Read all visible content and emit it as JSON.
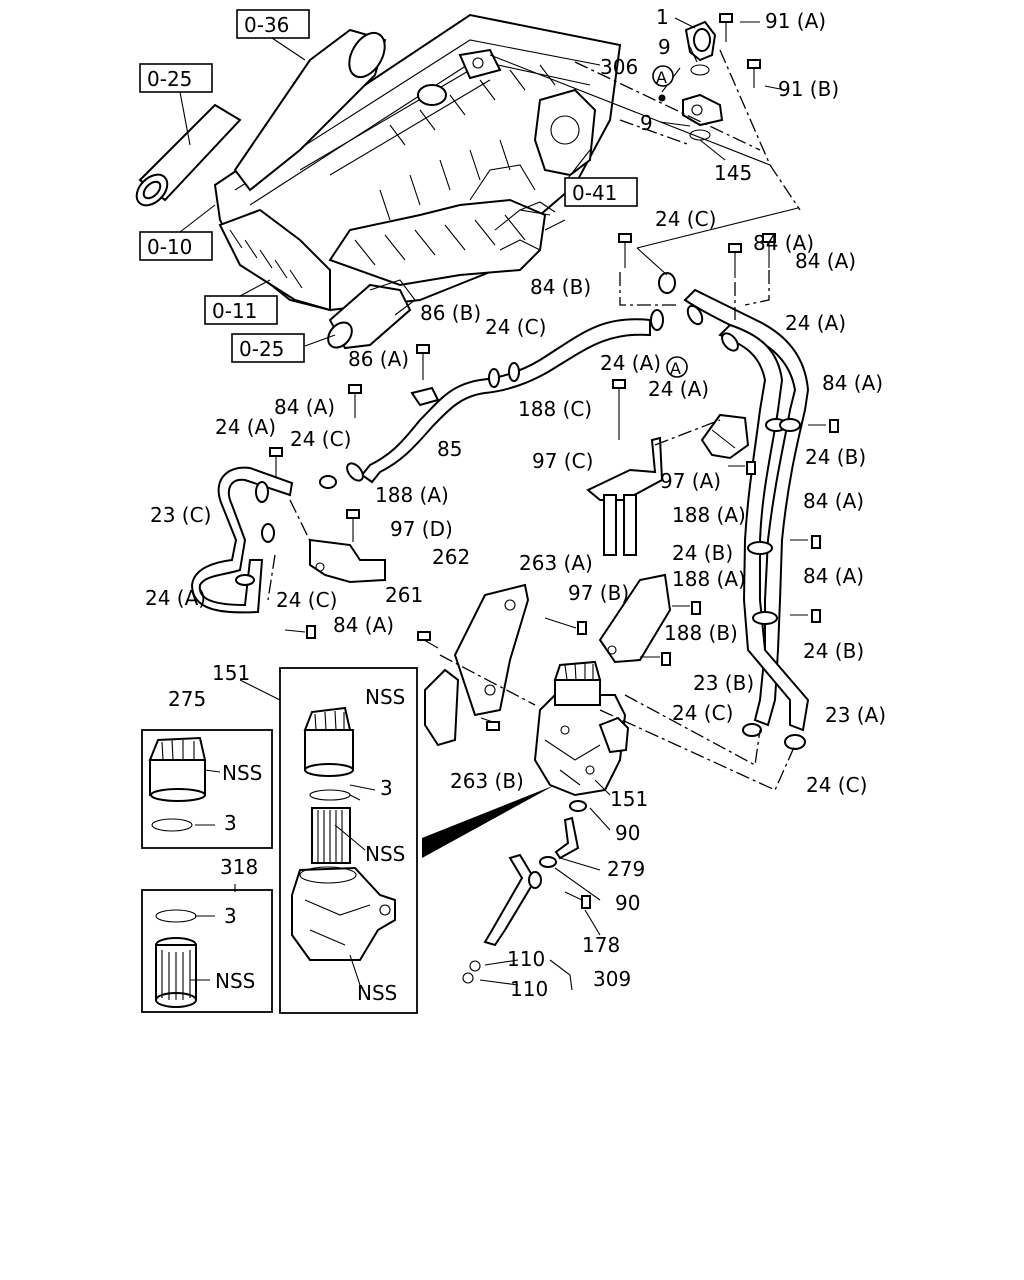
{
  "refs": {
    "r0_36": "0-36",
    "r0_25_top": "0-25",
    "r0_10": "0-10",
    "r0_11": "0-11",
    "r0_25_bot": "0-25",
    "r0_41": "0-41"
  },
  "circle_marks": {
    "a1": "A",
    "a2": "A"
  },
  "labels": {
    "l1": "1",
    "l91a": "91 (A)",
    "l9a": "9",
    "l306": "306",
    "l91b": "91 (B)",
    "l9b": "9",
    "l145": "145",
    "l24c_1": "24 (C)",
    "l84a_1": "84 (A)",
    "l84b_1": "84 (B)",
    "l84a_2": "84 (A)",
    "l24a_1": "24 (A)",
    "l86b": "86 (B)",
    "l24c_2": "24 (C)",
    "l86a": "86 (A)",
    "l24a_2": "24 (A)",
    "l24a_3": "24 (A)",
    "l188c": "188 (C)",
    "l84a_3": "84 (A)",
    "l84a_4": "84 (A)",
    "l24a_4": "24 (A)",
    "l24c_3": "24 (C)",
    "l85": "85",
    "l97c": "97 (C)",
    "l97a": "97 (A)",
    "l24b_1": "24 (B)",
    "l188a_1": "188 (A)",
    "l188a_2": "188 (A)",
    "l84a_5": "84 (A)",
    "l23c": "23 (C)",
    "l97d": "97 (D)",
    "l24b_2": "24 (B)",
    "l262": "262",
    "l263a": "263 (A)",
    "l84a_6": "84 (A)",
    "l24a_5": "24 (A)",
    "l24c_4": "24 (C)",
    "l97b": "97 (B)",
    "l188a_3": "188 (A)",
    "l261": "261",
    "l84a_7": "84 (A)",
    "l188b": "188 (B)",
    "l24b_3": "24 (B)",
    "l151_1": "151",
    "l23b": "23 (B)",
    "l275": "275",
    "l24c_5": "24 (C)",
    "l23a": "23 (A)",
    "lnss_1": "NSS",
    "lnss_2": "NSS",
    "l263b": "263 (B)",
    "l24c_6": "24 (C)",
    "l3_1": "3",
    "l3_2": "3",
    "l151_2": "151",
    "lnss_3": "NSS",
    "l90_1": "90",
    "l279": "279",
    "l318": "318",
    "l90_2": "90",
    "l3_3": "3",
    "l178": "178",
    "lnss_4": "NSS",
    "lnss_5": "NSS",
    "l110_1": "110",
    "l309": "309",
    "l110_2": "110"
  }
}
